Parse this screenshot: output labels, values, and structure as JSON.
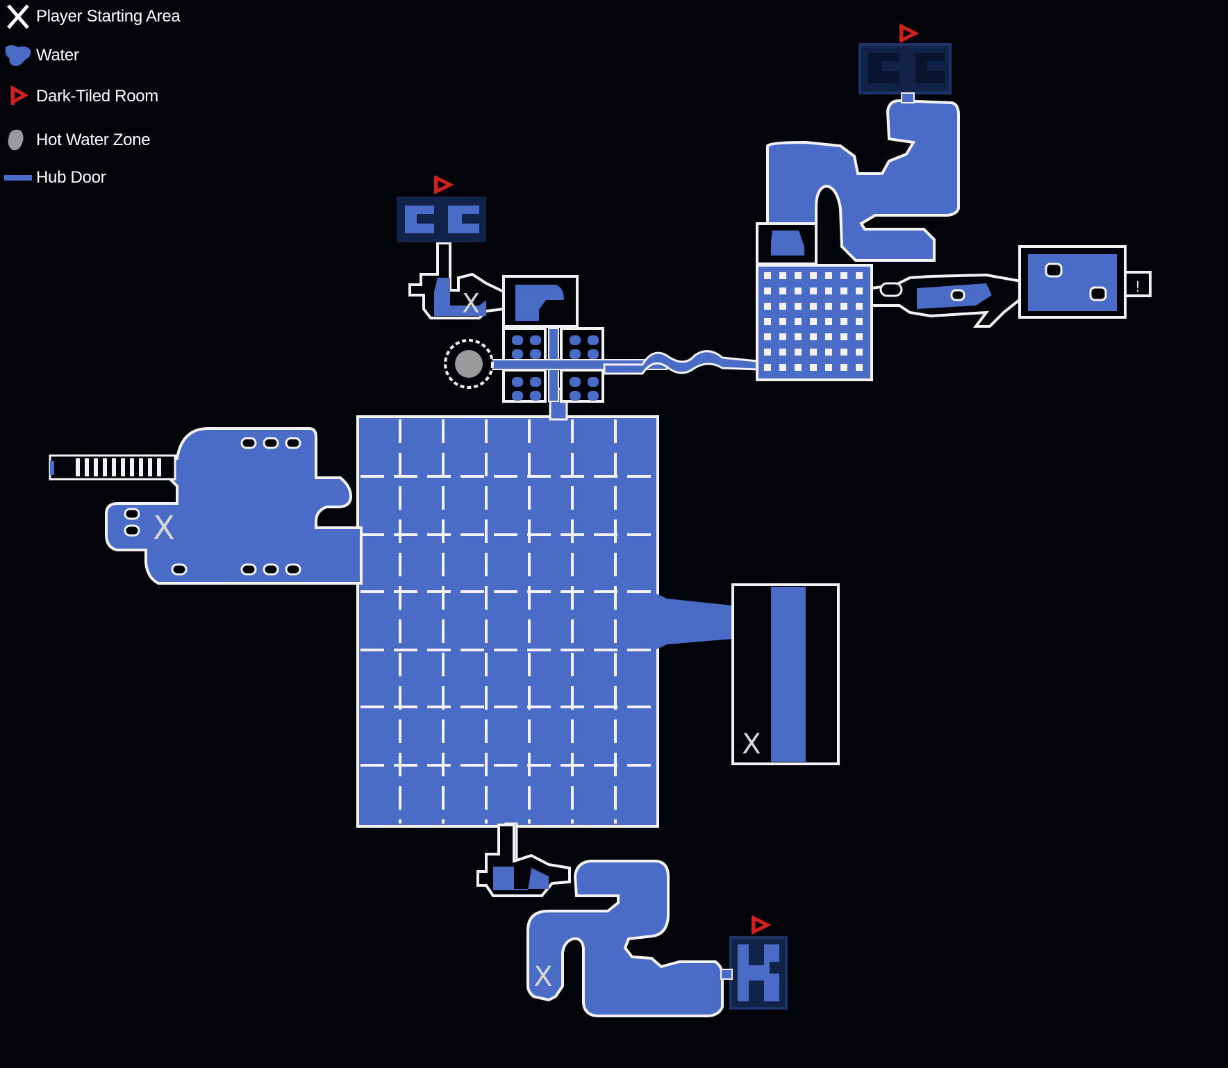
{
  "map": {
    "background": "#03040a",
    "water_color": "#4a6bc6",
    "wall_color": "#f2f2f2",
    "dark_tile_color": "#12234a",
    "hot_water_color": "#9a9a9a",
    "flag_color": "#d02020",
    "start_marker_glyph": "X",
    "note_marker_glyph": "!"
  },
  "legend": {
    "items": [
      {
        "icon": "x-icon",
        "label": "Player Starting Area"
      },
      {
        "icon": "water-blob-icon",
        "label": "Water"
      },
      {
        "icon": "red-flag-icon",
        "label": "Dark-Tiled Room"
      },
      {
        "icon": "gray-blob-icon",
        "label": "Hot Water Zone"
      },
      {
        "icon": "blue-bar-icon",
        "label": "Hub Door"
      }
    ]
  }
}
